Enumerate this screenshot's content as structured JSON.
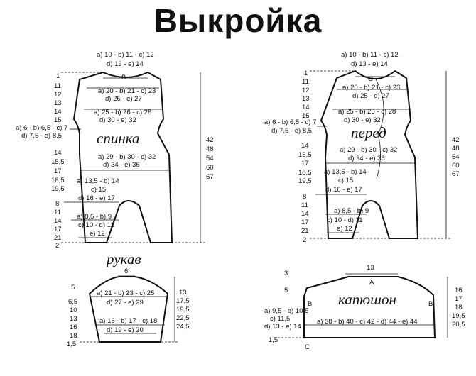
{
  "title": "Выкройка",
  "back": {
    "name": "спинка",
    "neck": [
      "a) 10 - b) 11 - c) 12",
      "d) 13 - e) 14"
    ],
    "neck_letter": "B",
    "chest1": [
      "a) 20 - b) 21 - c) 23",
      "d) 25 - e) 27"
    ],
    "chest2": [
      "a) 25 - b) 26 - c) 28",
      "d) 30 - e) 32"
    ],
    "crotch": [
      "a) 6 - b) 6,5 - c) 7",
      "d) 7,5 - e) 8,5"
    ],
    "hip": [
      "a) 29 - b) 30 - c) 32",
      "d) 34 - e) 36"
    ],
    "leg_top": [
      "a) 13,5 - b) 14",
      "c) 15",
      "d) 16 - e) 17"
    ],
    "leg_bottom": [
      "a) 8,5 - b) 9",
      "c) 10 - d) 11",
      "e) 12"
    ],
    "left_nums": [
      "1",
      "11",
      "12",
      "13",
      "14",
      "15",
      "14",
      "15,5",
      "17",
      "18,5",
      "19,5",
      "8",
      "11",
      "14",
      "17",
      "21",
      "2"
    ],
    "right_nums": [
      "42",
      "48",
      "54",
      "60",
      "67"
    ]
  },
  "front": {
    "name": "перед",
    "neck": [
      "a) 10 - b) 11 - c) 12",
      "d) 13 - e) 14"
    ],
    "neck_letter": "C",
    "chest1": [
      "a) 20 - b) 21 - c) 23",
      "d) 25 - e) 27"
    ],
    "chest2": [
      "a) 25 - b) 26 - c) 28",
      "d) 30 - e) 32"
    ],
    "crotch": [
      "a) 6 - b) 6,5 - c) 7",
      "d) 7,5 - e) 8,5"
    ],
    "hip": [
      "a) 29 - b) 30 - c) 32",
      "d) 34 - e) 36"
    ],
    "leg_top": [
      "a) 13,5 - b) 14",
      "c) 15",
      "d) 16 - e) 17"
    ],
    "leg_bottom": [
      "a) 8,5 - b) 9",
      "c) 10 - d) 11",
      "e) 12"
    ],
    "left_nums": [
      "1",
      "11",
      "12",
      "13",
      "14",
      "15",
      "14",
      "15,5",
      "17",
      "18,5",
      "19,5",
      "8",
      "11",
      "14",
      "17",
      "21",
      "2"
    ],
    "right_nums": [
      "42",
      "48",
      "54",
      "60",
      "67"
    ]
  },
  "sleeve": {
    "name": "рукав",
    "top": "6",
    "upper": [
      "a) 21 - b) 23 - c) 25",
      "d) 27 - e) 29"
    ],
    "lower": [
      "a) 16 - b) 17 - c) 18",
      "d) 19 - e) 20"
    ],
    "left_nums": [
      "5",
      "6,5",
      "10",
      "13",
      "16",
      "18",
      "1,5"
    ],
    "right_nums": [
      "13",
      "17,5",
      "19,5",
      "22,5",
      "24,5"
    ]
  },
  "hood": {
    "name": "капюшон",
    "top": "13",
    "letter_a": "A",
    "letter_b": "B",
    "letter_c": "C",
    "left_labels": [
      "a) 9,5 - b) 10,5",
      "c) 11,5",
      "d) 13 - e) 14"
    ],
    "bottom": "a) 38 - b) 40 - c) 42 - d) 44 - e) 44",
    "left_nums": [
      "3",
      "5",
      "1,5"
    ],
    "right_nums": [
      "16",
      "17",
      "18",
      "19,5",
      "20,5"
    ]
  }
}
